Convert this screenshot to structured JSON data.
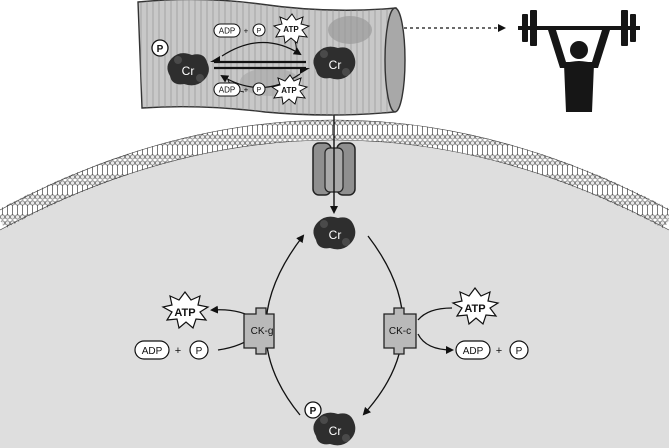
{
  "muscle": {
    "phospho_label": "P",
    "creatine_left_label": "Cr",
    "creatine_right_label": "Cr",
    "reaction_top": {
      "adp": "ADP",
      "plus": "+",
      "p": "P",
      "atp": "ATP"
    },
    "reaction_bottom": {
      "adp": "ADP",
      "plus": "+",
      "p": "P",
      "atp": "ATP"
    }
  },
  "cell": {
    "creatine_top_label": "Cr",
    "creatine_bottom_label": "Cr",
    "phospho_bottom_label": "P",
    "enzyme_left": "CK-g",
    "enzyme_right": "CK-c",
    "left_reaction": {
      "atp": "ATP",
      "adp": "ADP",
      "plus": "+",
      "p": "P"
    },
    "right_reaction": {
      "atp": "ATP",
      "adp": "ADP",
      "plus": "+",
      "p": "P"
    }
  },
  "icons": {
    "weightlifter": "weightlifter-icon",
    "transporter": "transporter-channel-icon"
  },
  "colors": {
    "cytoplasm": "#dedede",
    "muscle_fiber": "#c8c8c8",
    "creatine": "#2e2e2e",
    "enzyme": "#b9b9b9",
    "channel": "#8f8f8f",
    "lifter": "#161616"
  }
}
